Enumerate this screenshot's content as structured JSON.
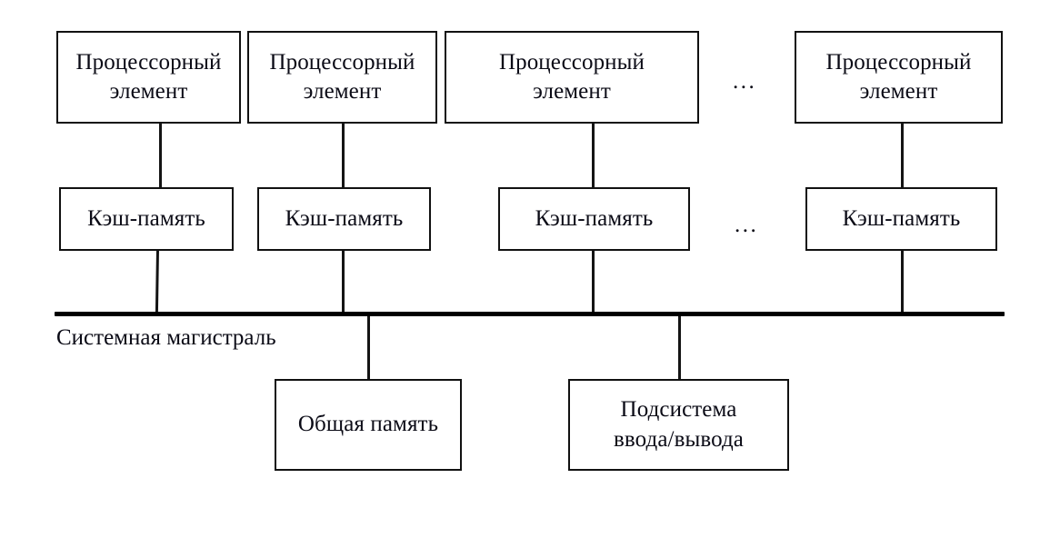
{
  "diagram": {
    "title_text_present": false,
    "bus": {
      "label": "Системная магистраль",
      "color": "#000000"
    },
    "ellipsis": {
      "processor_row": "...",
      "cache_row": "..."
    },
    "processor_elements": [
      {
        "line1": "Процессорный",
        "line2": "элемент"
      },
      {
        "line1": "Процессорный",
        "line2": "элемент"
      },
      {
        "line1": "Процессорный",
        "line2": "элемент"
      },
      {
        "line1": "Процессорный",
        "line2": "элемент"
      }
    ],
    "caches": [
      {
        "label": "Кэш-память"
      },
      {
        "label": "Кэш-память"
      },
      {
        "label": "Кэш-память"
      },
      {
        "label": "Кэш-память"
      }
    ],
    "peripherals": [
      {
        "line1": "Общая память",
        "line2": ""
      },
      {
        "line1": "Подсистема",
        "line2": "ввода/вывода"
      }
    ]
  }
}
